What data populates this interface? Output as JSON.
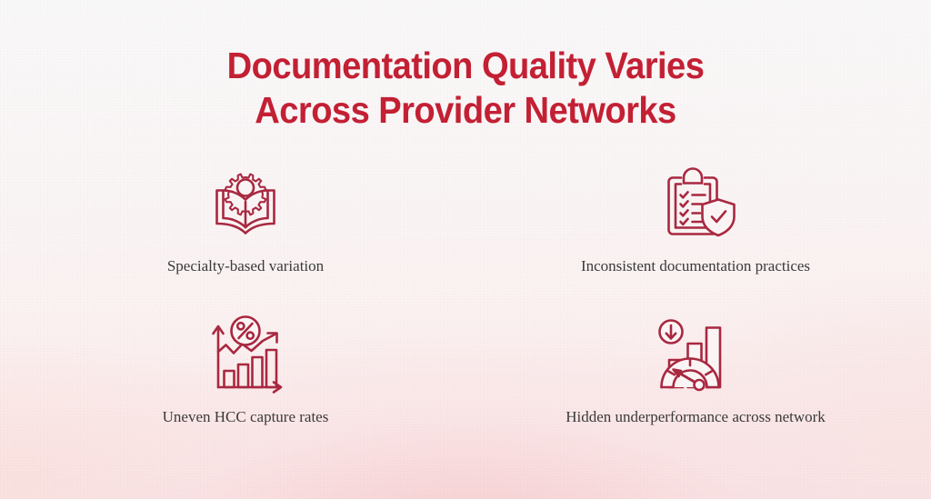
{
  "slide": {
    "title_line_1": "Documentation Quality Varies",
    "title_line_2": "Across Provider Networks",
    "title_color": "#c32034",
    "icon_color": "#a82840",
    "caption_color": "#3a3a3a",
    "background_top_color": "#f9f8f9",
    "background_bottom_color": "#f9e3e4"
  },
  "items": [
    {
      "icon": "book-gear-icon",
      "caption": "Specialty-based variation"
    },
    {
      "icon": "clipboard-checklist-shield-icon",
      "caption": "Inconsistent documentation practices"
    },
    {
      "icon": "bar-chart-percent-trend-icon",
      "caption": "Uneven HCC capture rates"
    },
    {
      "icon": "gauge-down-arrow-bars-icon",
      "caption": "Hidden underperformance across network"
    }
  ]
}
